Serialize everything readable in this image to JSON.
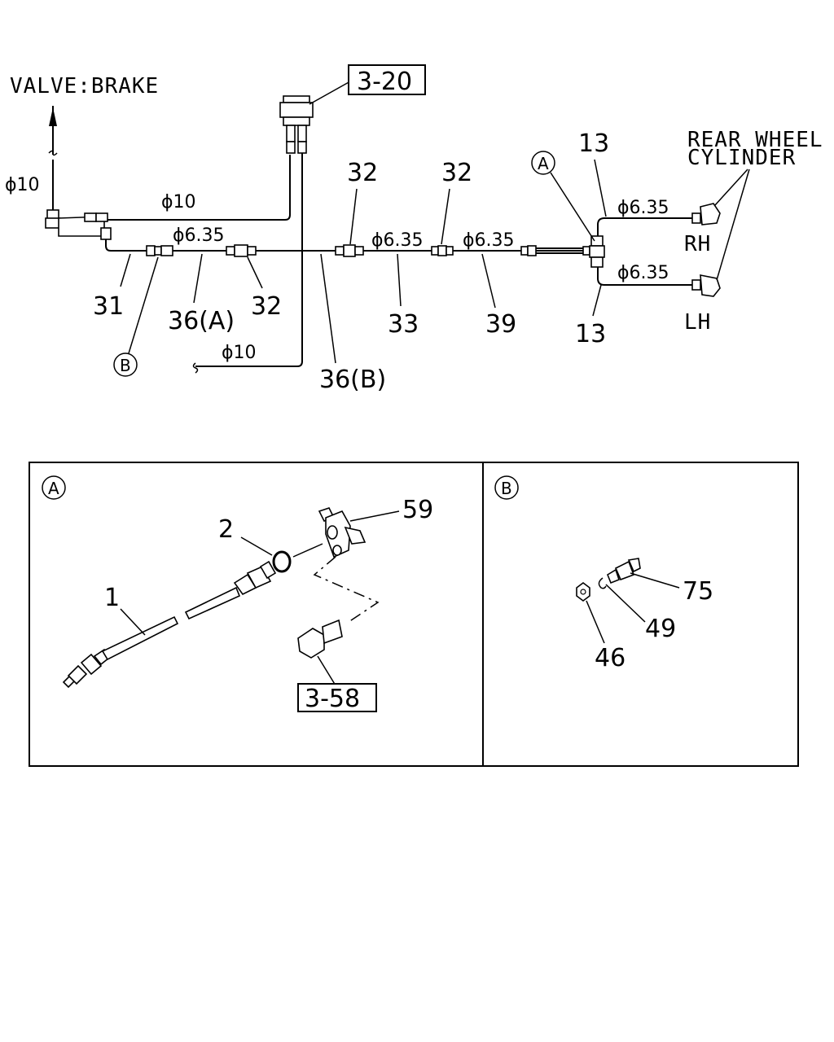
{
  "labels": {
    "valve_brake": "VALVE:BRAKE",
    "rear_wheel_line1": "REAR WHEEL",
    "rear_wheel_line2": "CYLINDER",
    "rh": "RH",
    "lh": "LH",
    "ref_3_20": "3-20",
    "ref_3_58": "3-58",
    "dia_10_left": "ϕ10",
    "dia_10_top": "ϕ10",
    "dia_10_bottom": "ϕ10",
    "dia_635_a": "ϕ6.35",
    "dia_635_b": "ϕ6.35",
    "dia_635_c": "ϕ6.35",
    "dia_635_rh": "ϕ6.35",
    "dia_635_lh": "ϕ6.35",
    "p31": "31",
    "p36a": "36(A)",
    "p32a": "32",
    "p32b": "32",
    "p32c": "32",
    "p33": "33",
    "p39": "39",
    "p36b": "36(B)",
    "p13_top": "13",
    "p13_bottom": "13",
    "circle_a_top": "A",
    "circle_b_top": "B"
  },
  "detail_a": {
    "badge": "A",
    "p1": "1",
    "p2": "2",
    "p59": "59"
  },
  "detail_b": {
    "badge": "B",
    "p75": "75",
    "p49": "49",
    "p46": "46"
  }
}
